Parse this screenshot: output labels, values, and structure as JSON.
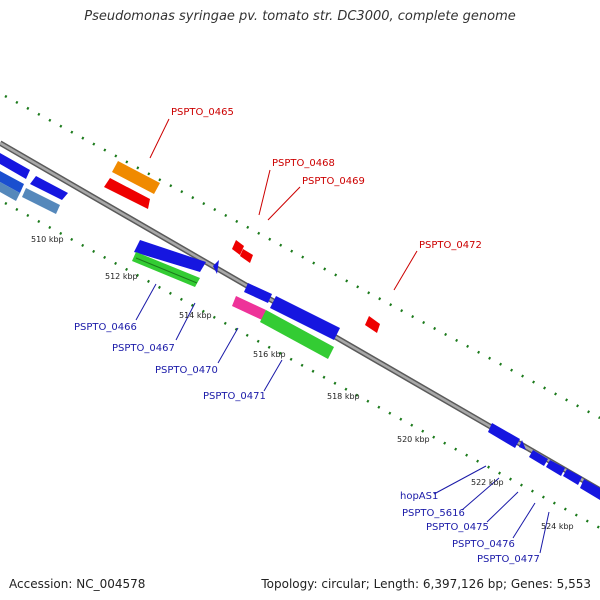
{
  "title": "Pseudomonas syringae pv. tomato str. DC3000, complete genome",
  "footer": {
    "accession": "Accession: NC_004578",
    "summary": "Topology: circular; Length: 6,397,126 bp; Genes: 5,553"
  },
  "colors": {
    "backbone": "#8c8c8c",
    "forward_label": "#cc0000",
    "reverse_label": "#1a1aa8",
    "gene_blue": "#1616e0",
    "gene_red": "#ee0000",
    "gene_orange": "#f08a00",
    "gene_green": "#33cc33",
    "gene_steel": "#5588bb",
    "gene_pink": "#ee3399",
    "tick_green": "#1b7a1b"
  },
  "scale_labels": [
    "510 kbp",
    "512 kbp",
    "514 kbp",
    "516 kbp",
    "518 kbp",
    "520 kbp",
    "522 kbp",
    "524 kbp"
  ],
  "forward_genes": [
    "PSPTO_0465",
    "PSPTO_0468",
    "PSPTO_0469",
    "PSPTO_0472"
  ],
  "reverse_genes": [
    "PSPTO_0466",
    "PSPTO_0467",
    "PSPTO_0470",
    "PSPTO_0471",
    "hopAS1",
    "PSPTO_5616",
    "PSPTO_0475",
    "PSPTO_0476",
    "PSPTO_0477"
  ]
}
